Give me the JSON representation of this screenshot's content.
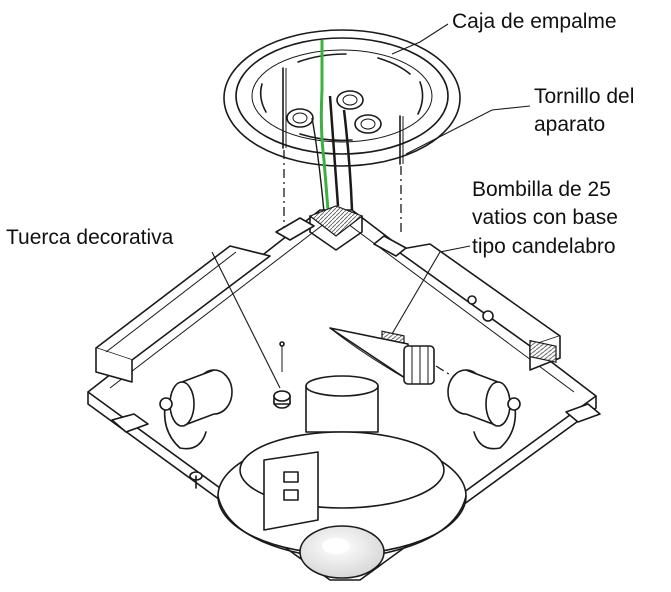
{
  "labels": {
    "junction_box": "Caja de empalme",
    "fixture_screw_line1": "Tornillo del",
    "fixture_screw_line2": "aparato",
    "bulb_line1": "Bombilla de 25",
    "bulb_line2": "vatios con base",
    "bulb_line3": "tipo candelabro",
    "decorative_nut": "Tuerca decorativa"
  },
  "colors": {
    "line": "#1a1a1a",
    "ground_wire": "#3cb043",
    "background": "#ffffff"
  }
}
